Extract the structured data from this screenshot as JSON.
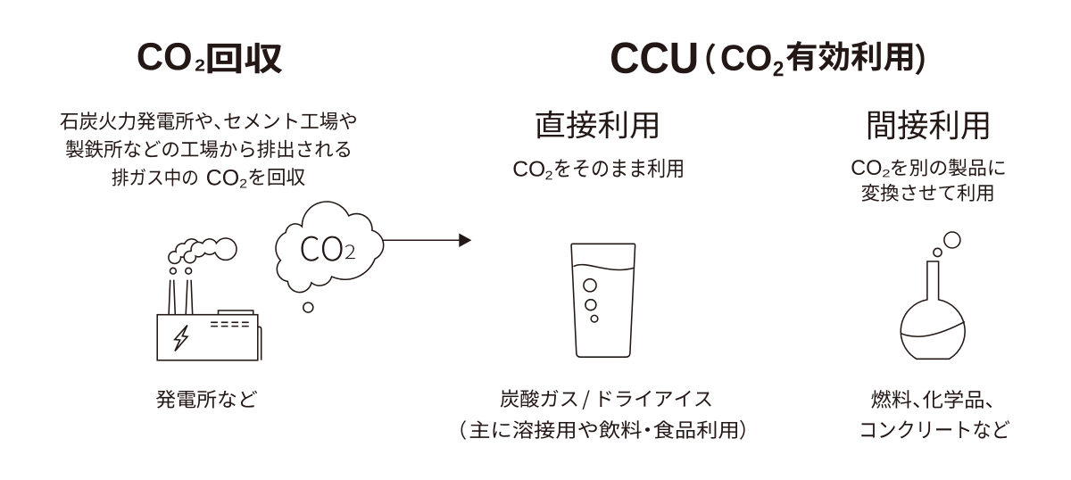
{
  "page": {
    "background": "#ffffff",
    "ink_color": "#231815",
    "language": "ja"
  },
  "capture_section": {
    "title": "CO₂回収",
    "description_lines": [
      "石炭火力発電所や、セメント工場や",
      "製鉄所などの工場から排出される",
      "排ガス中のCO₂を回収"
    ],
    "cloud_label": "CO₂",
    "factory_caption": "発電所など",
    "icons": [
      "factory-icon",
      "co2-cloud-icon",
      "arrow-right-icon"
    ]
  },
  "ccu_section": {
    "title": "CCU（CO₂有効利用）",
    "direct_use": {
      "heading": "直接利用",
      "description": "CO₂をそのまま利用",
      "icon": "soda-glass-icon",
      "caption_lines": [
        "炭酸ガス/ドライアイス",
        "（主に溶接用や飲料・食品利用）"
      ]
    },
    "indirect_use": {
      "heading": "間接利用",
      "description_lines": [
        "CO₂を別の製品に",
        "変換させて利用"
      ],
      "icon": "flask-icon",
      "caption_lines": [
        "燃料、化学品、",
        "コンクリートなど"
      ]
    }
  }
}
